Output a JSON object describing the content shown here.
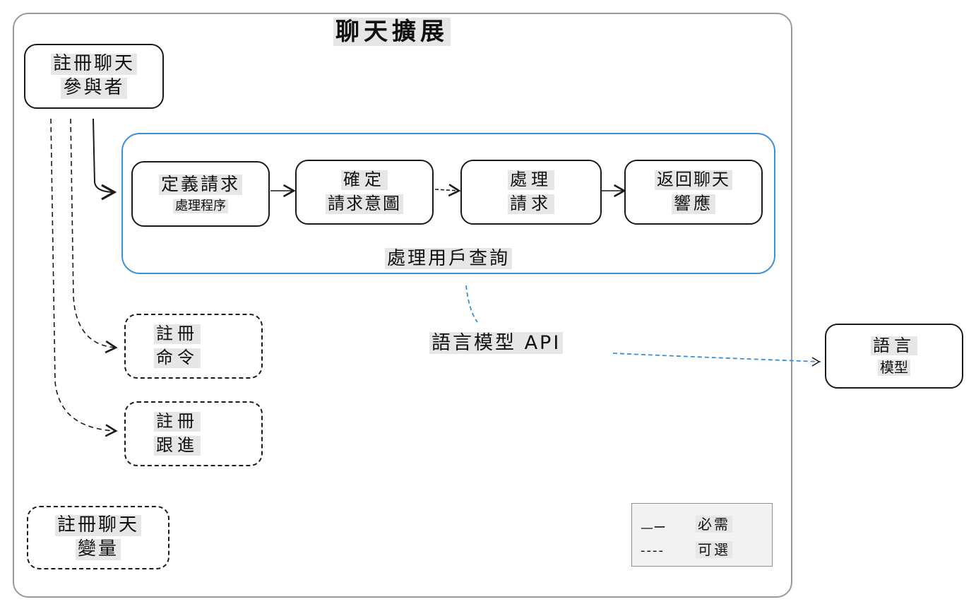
{
  "title": "聊天擴展",
  "participant": {
    "line1": "註冊聊天",
    "line2": "參與者"
  },
  "process_group": {
    "label": "處理用戶查詢"
  },
  "steps": [
    {
      "line1": "定義請求",
      "line2": "處理程序"
    },
    {
      "line1": "確定",
      "line2": "請求意圖"
    },
    {
      "line1": "處理",
      "line2": "請求"
    },
    {
      "line1": "返回聊天",
      "line2": "響應"
    }
  ],
  "commands": {
    "line1": "註冊",
    "line2": "命令"
  },
  "followups": {
    "line1": "註冊",
    "line2": "跟進"
  },
  "variables": {
    "line1": "註冊聊天",
    "line2": "變量"
  },
  "api_label": "語言模型 API",
  "model": {
    "line1": "語言",
    "line2": "模型"
  },
  "legend": {
    "required_symbol": "—ー",
    "required_label": "必需",
    "optional_symbol": "----",
    "optional_label": "可選"
  },
  "colors": {
    "accent_blue": "#3a8fd8",
    "box_border": "#1a1a1a",
    "text_highlight": "#e6e6e6"
  }
}
